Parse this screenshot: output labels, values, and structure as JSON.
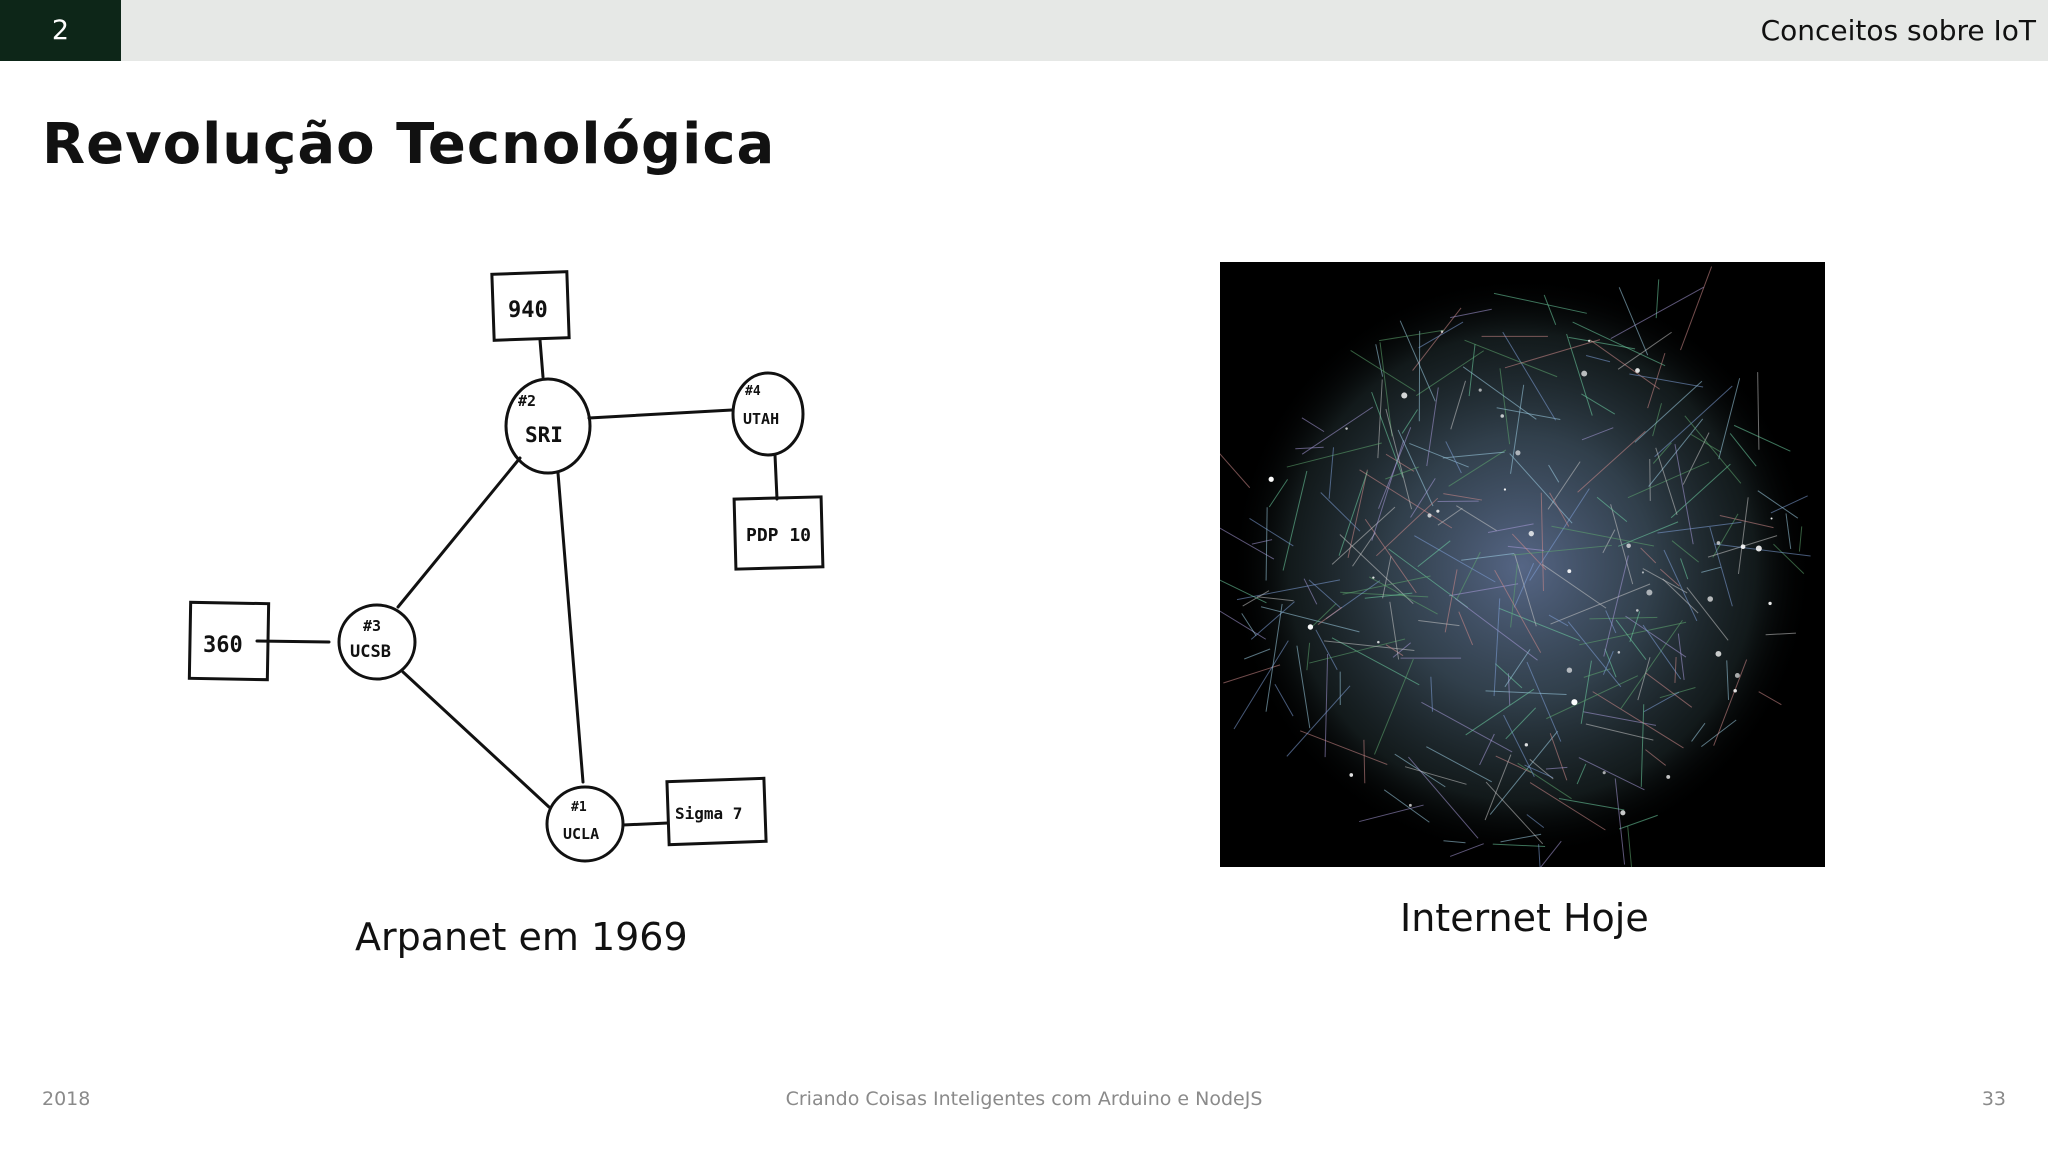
{
  "header": {
    "chapter_number": "2",
    "section_title": "Conceitos sobre IoT"
  },
  "slide": {
    "title": "Revolução Tecnológica",
    "left_caption": "Arpanet em 1969",
    "right_caption": "Internet Hoje"
  },
  "arpanet_sketch": {
    "nodes": {
      "sri_number": "#2",
      "sri_name": "SRI",
      "utah_number": "#4",
      "utah_name": "UTAH",
      "ucsb_number": "#3",
      "ucsb_name": "UCSB",
      "ucla_number": "#1",
      "ucla_name": "UCLA"
    },
    "hosts": {
      "sri_host": "940",
      "utah_host": "PDP 10",
      "ucsb_host": "360",
      "ucla_host": "Sigma 7"
    }
  },
  "footer": {
    "year": "2018",
    "course": "Criando Coisas Inteligentes com Arduino e NodeJS",
    "page": "33"
  }
}
